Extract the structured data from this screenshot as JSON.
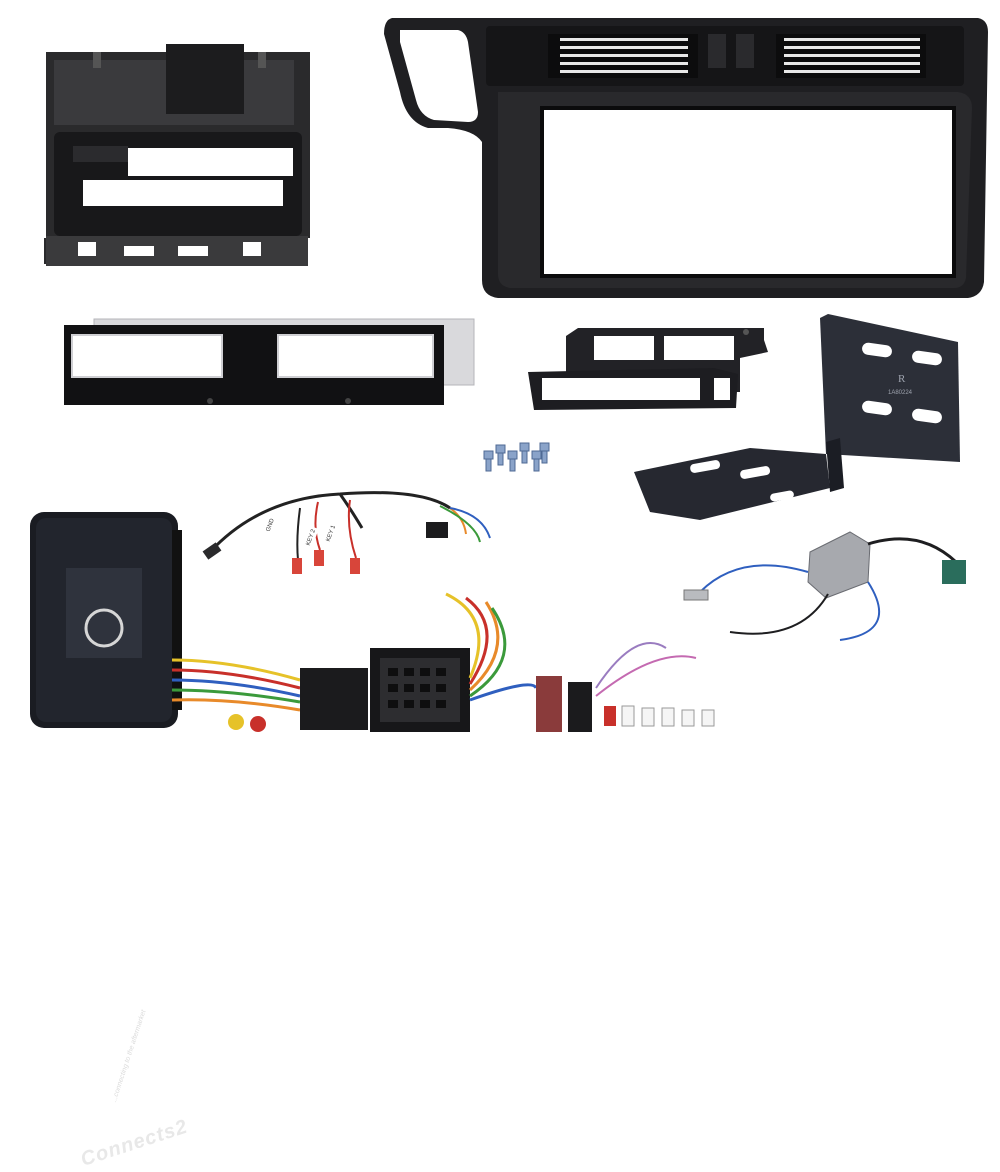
{
  "product": {
    "brand_label": "Connects2",
    "tagline": "...connecting to the aftermarket",
    "bracket_mark": "R",
    "bracket_code": "1A80224",
    "cable_tags": [
      "KEY 1",
      "KEY 2",
      "GND"
    ]
  },
  "colors": {
    "fascia": "#1f1f22",
    "fascia_edge": "#0d0d0e",
    "bracket": "#2c2f38",
    "metal": "#2a2c34",
    "screw": "#8aa3c9",
    "wire_red": "#c8302a",
    "wire_orange": "#e88a2a",
    "wire_blue": "#2f5fbf",
    "wire_yellow": "#e6c229",
    "wire_green": "#3b9a3b"
  },
  "items": [
    {
      "name": "single-din-fascia-adapter",
      "icon": "fascia-icon"
    },
    {
      "name": "double-din-fascia-panel",
      "icon": "fascia-icon"
    },
    {
      "name": "spacer-plate",
      "icon": "plate-icon"
    },
    {
      "name": "pocket-trim",
      "icon": "plate-icon"
    },
    {
      "name": "mounting-brackets",
      "icon": "bracket-icon"
    },
    {
      "name": "screw-set",
      "icon": "screw-icon"
    },
    {
      "name": "steering-interface-box",
      "icon": "interface-icon"
    },
    {
      "name": "patch-lead",
      "icon": "cable-icon"
    },
    {
      "name": "iso-harness",
      "icon": "harness-icon"
    },
    {
      "name": "antenna-adapter",
      "icon": "antenna-icon"
    }
  ]
}
